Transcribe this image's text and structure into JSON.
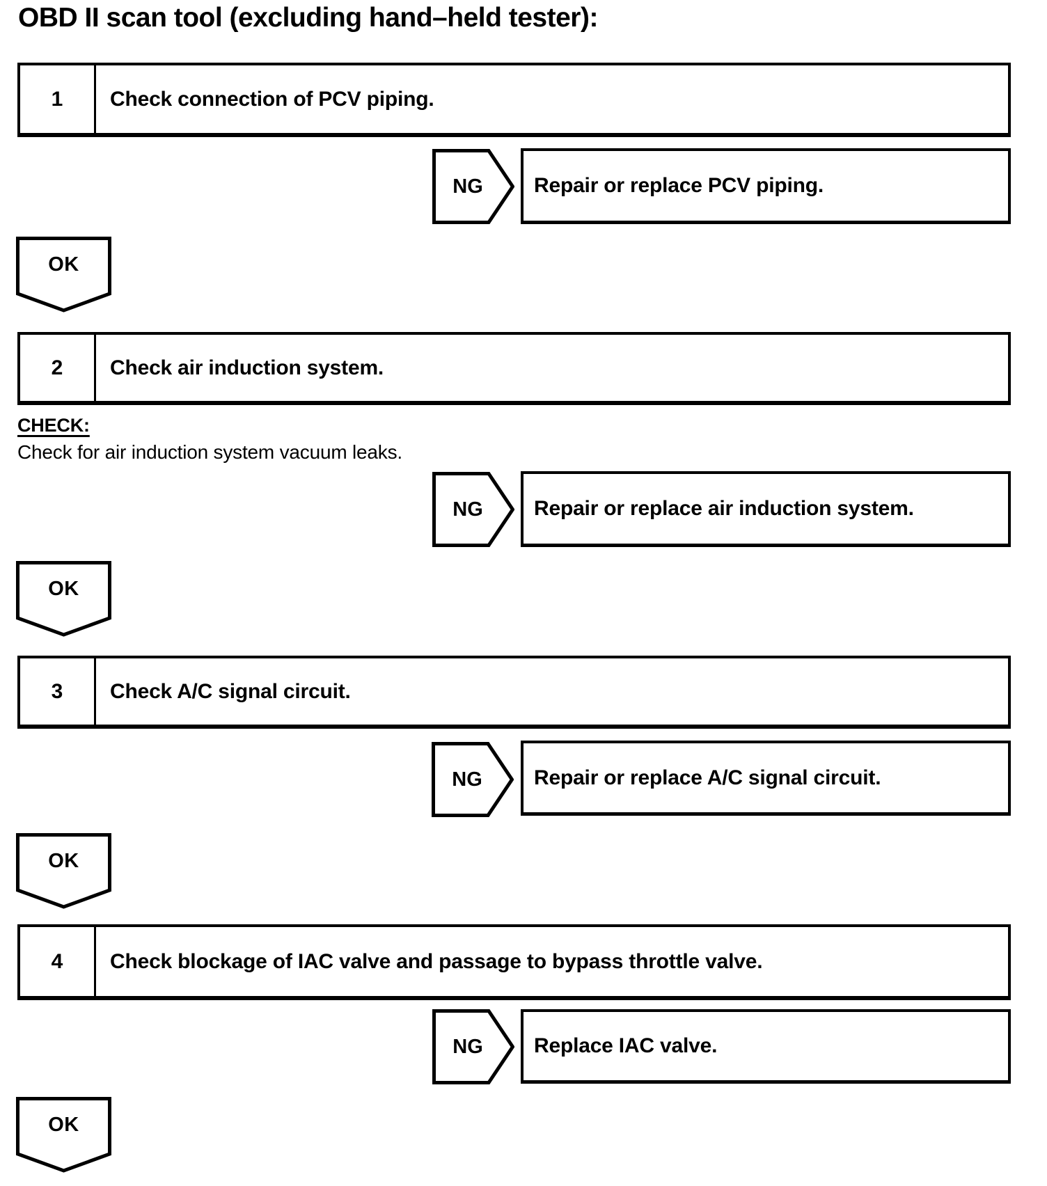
{
  "title": "OBD II scan tool (excluding hand–held tester):",
  "colors": {
    "ink": "#000000",
    "background": "#ffffff"
  },
  "flow": {
    "steps": [
      {
        "number": "1",
        "label": "Check connection of PCV piping.",
        "ng_label": "NG",
        "ng_result": "Repair or replace PCV piping.",
        "ok_label": "OK"
      },
      {
        "number": "2",
        "label": "Check air induction system.",
        "check_heading": "CHECK:",
        "check_note": "Check for air induction system vacuum leaks.",
        "ng_label": "NG",
        "ng_result": "Repair or replace air induction system.",
        "ok_label": "OK"
      },
      {
        "number": "3",
        "label": "Check A/C signal circuit.",
        "ng_label": "NG",
        "ng_result": "Repair or replace A/C signal circuit.",
        "ok_label": "OK"
      },
      {
        "number": "4",
        "label": "Check blockage of IAC valve and passage to bypass throttle valve.",
        "ng_label": "NG",
        "ng_result": "Replace IAC valve.",
        "ok_label": "OK"
      }
    ]
  }
}
